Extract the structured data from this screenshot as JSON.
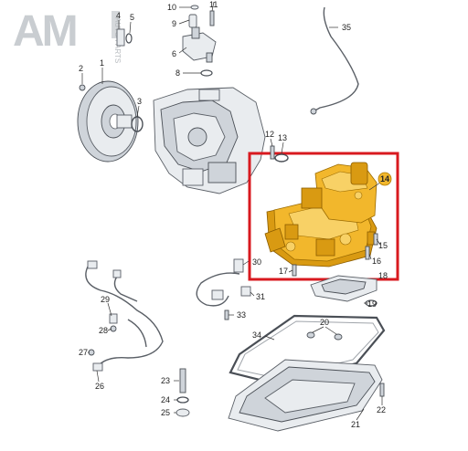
{
  "logo": {
    "main": "AM",
    "sub": "AUTO PARTS"
  },
  "highlight_color": "#d8191f",
  "selected_part_color": "#f2b72c",
  "callouts": {
    "c1": "1",
    "c2": "2",
    "c3": "3",
    "c4": "4",
    "c5": "5",
    "c6": "6",
    "c8": "8",
    "c9": "9",
    "c10": "10",
    "c11": "11",
    "c12": "12",
    "c13": "13",
    "c14": "14",
    "c15": "15",
    "c16": "16",
    "c17": "17",
    "c18": "18",
    "c19": "19",
    "c20": "20",
    "c21": "21",
    "c22": "22",
    "c23": "23",
    "c24": "24",
    "c25": "25",
    "c26": "26",
    "c27": "27",
    "c28": "28",
    "c29": "29",
    "c30": "30",
    "c31": "31",
    "c33": "33",
    "c34": "34",
    "c35": "35"
  }
}
